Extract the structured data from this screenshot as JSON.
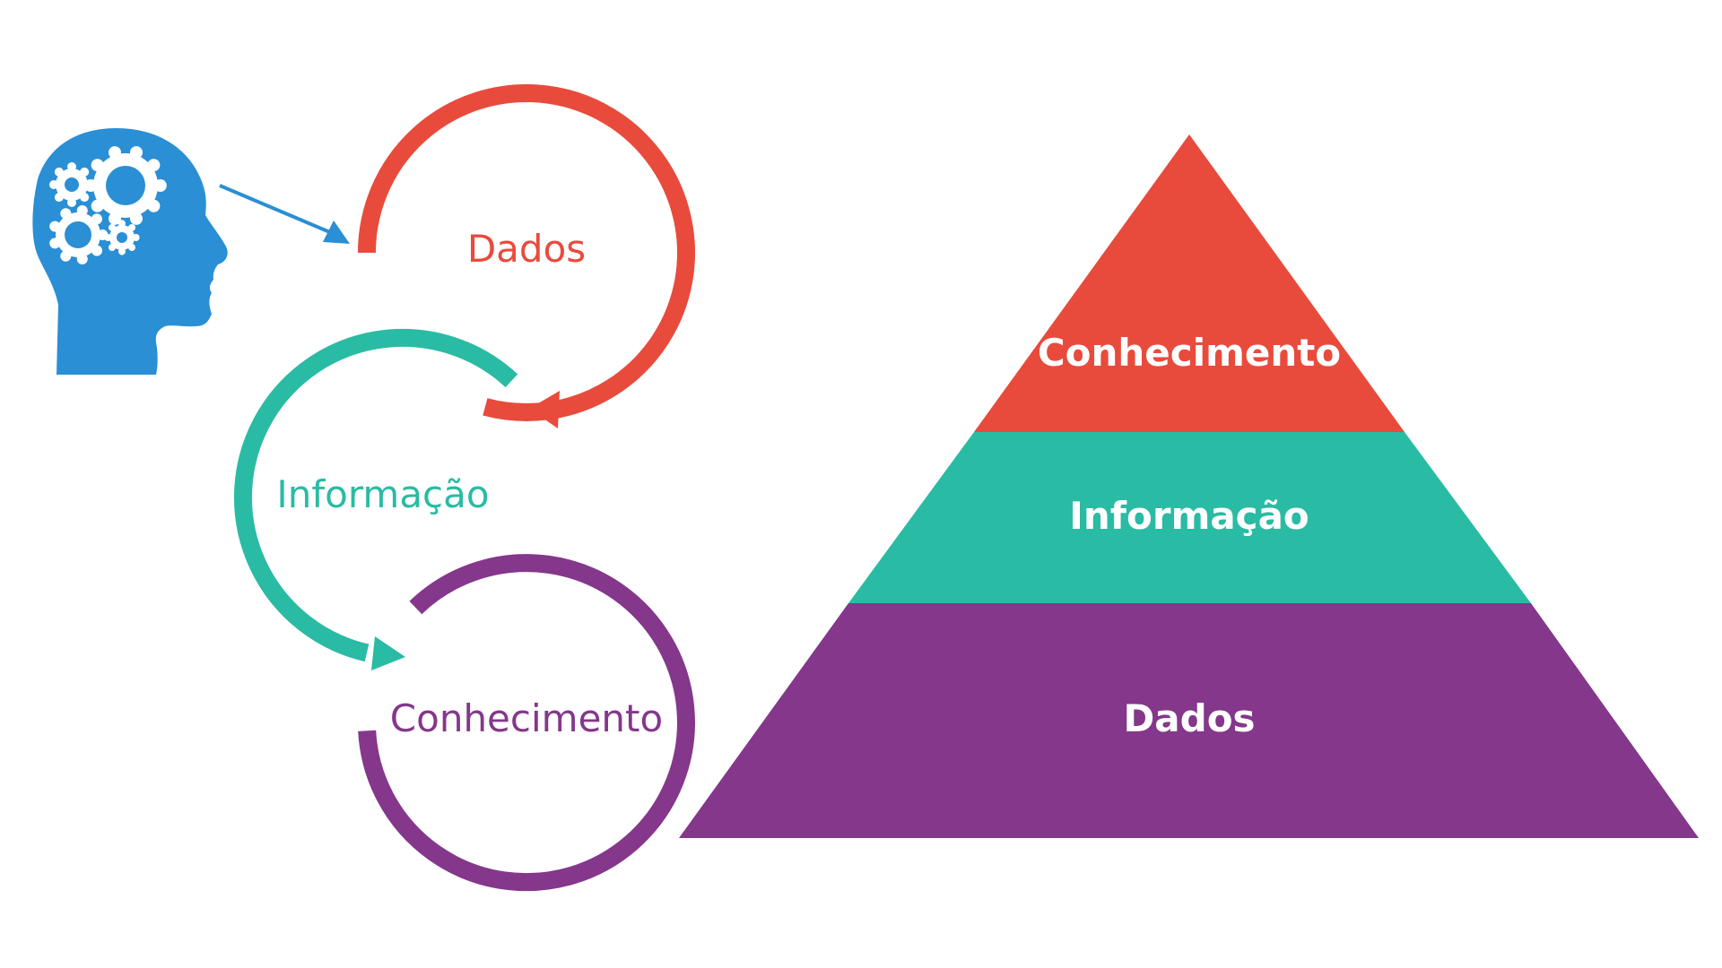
{
  "colors": {
    "dados": "#E84B3C",
    "informacao": "#2ABBA4",
    "conhecimento": "#84378B",
    "head": "#2A8FD4",
    "background": "#FFFFFF"
  },
  "head": {
    "icon": "head-with-gears-icon",
    "pointer": "arrow-icon"
  },
  "cycle": {
    "dados": "Dados",
    "informacao": "Informação",
    "conhecimento": "Conhecimento"
  },
  "pyramid": {
    "top": "Conhecimento",
    "middle": "Informação",
    "bottom": "Dados"
  }
}
